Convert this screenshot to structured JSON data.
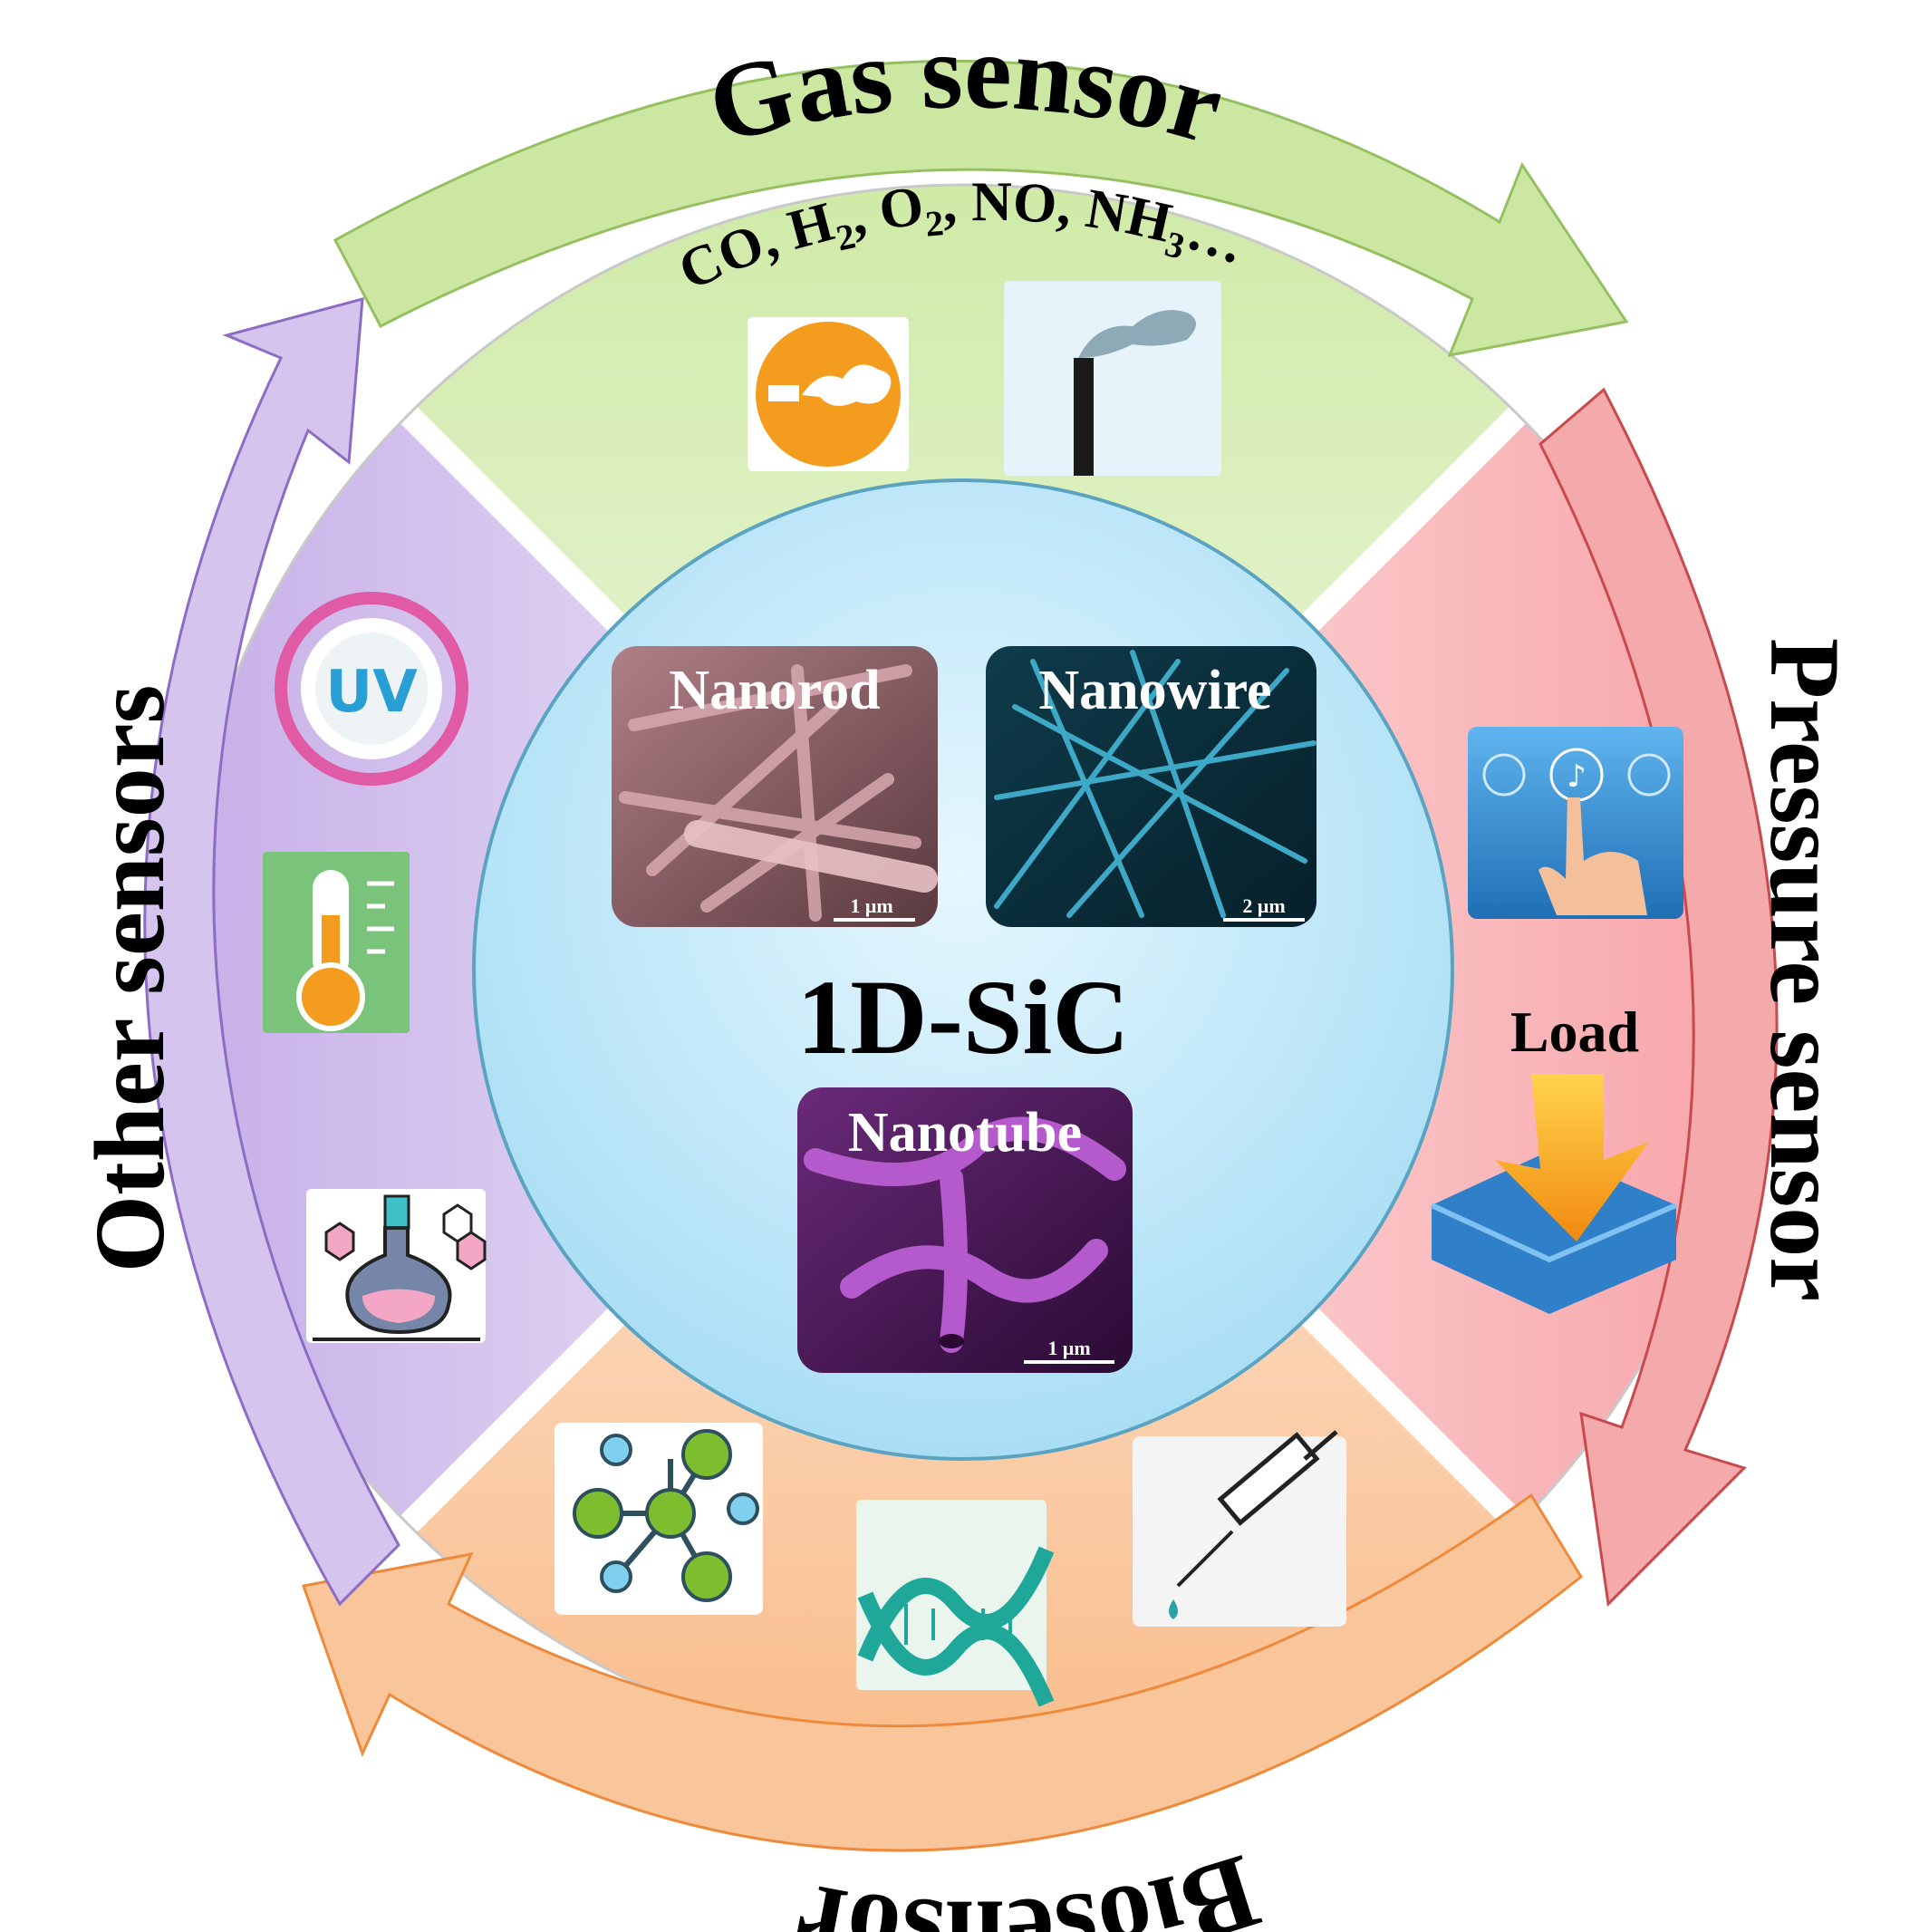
{
  "center": {
    "title": "1D-SiC",
    "panels": [
      {
        "label": "Nanorod",
        "scale": "1 μm",
        "color": "#c98a93"
      },
      {
        "label": "Nanowire",
        "scale": "2 μm",
        "color": "#2e8aa6"
      },
      {
        "label": "Nanotube",
        "scale": "1 μm",
        "color": "#8a2f9e"
      }
    ]
  },
  "sectors": {
    "gas": {
      "title": "Gas sensor",
      "gases_prefix": "CO, H",
      "gases_h2_sub": "2",
      "gases_mid1": ", O",
      "gases_o2_sub": "2",
      "gases_mid2": ", NO, NH",
      "gases_nh3_sub": "3",
      "gases_suffix": "…",
      "icons": [
        "car-exhaust-icon",
        "factory-chimney-icon"
      ]
    },
    "pressure": {
      "title": "Pressure sensor",
      "load_label": "Load",
      "icons": [
        "touch-screen-icon",
        "load-arrow-icon"
      ]
    },
    "bio": {
      "title": "Biosensor",
      "icons": [
        "molecule-icon",
        "dna-icon",
        "syringe-icon"
      ]
    },
    "other": {
      "title": "Other sensors",
      "uv_label": "UV",
      "icons": [
        "uv-meter-icon",
        "thermometer-icon",
        "chemical-flask-icon"
      ]
    }
  },
  "colors": {
    "gas": "#d9efb8",
    "gas_arrow": "#c8e6a0",
    "pressure": "#f6c1c3",
    "pressure_arrow": "#f2a9ab",
    "bio": "#fbd2b0",
    "bio_arrow": "#f7c59c",
    "other": "#ddd0ef",
    "other_arrow": "#d3c2ec",
    "center": "#bfe9fb"
  }
}
